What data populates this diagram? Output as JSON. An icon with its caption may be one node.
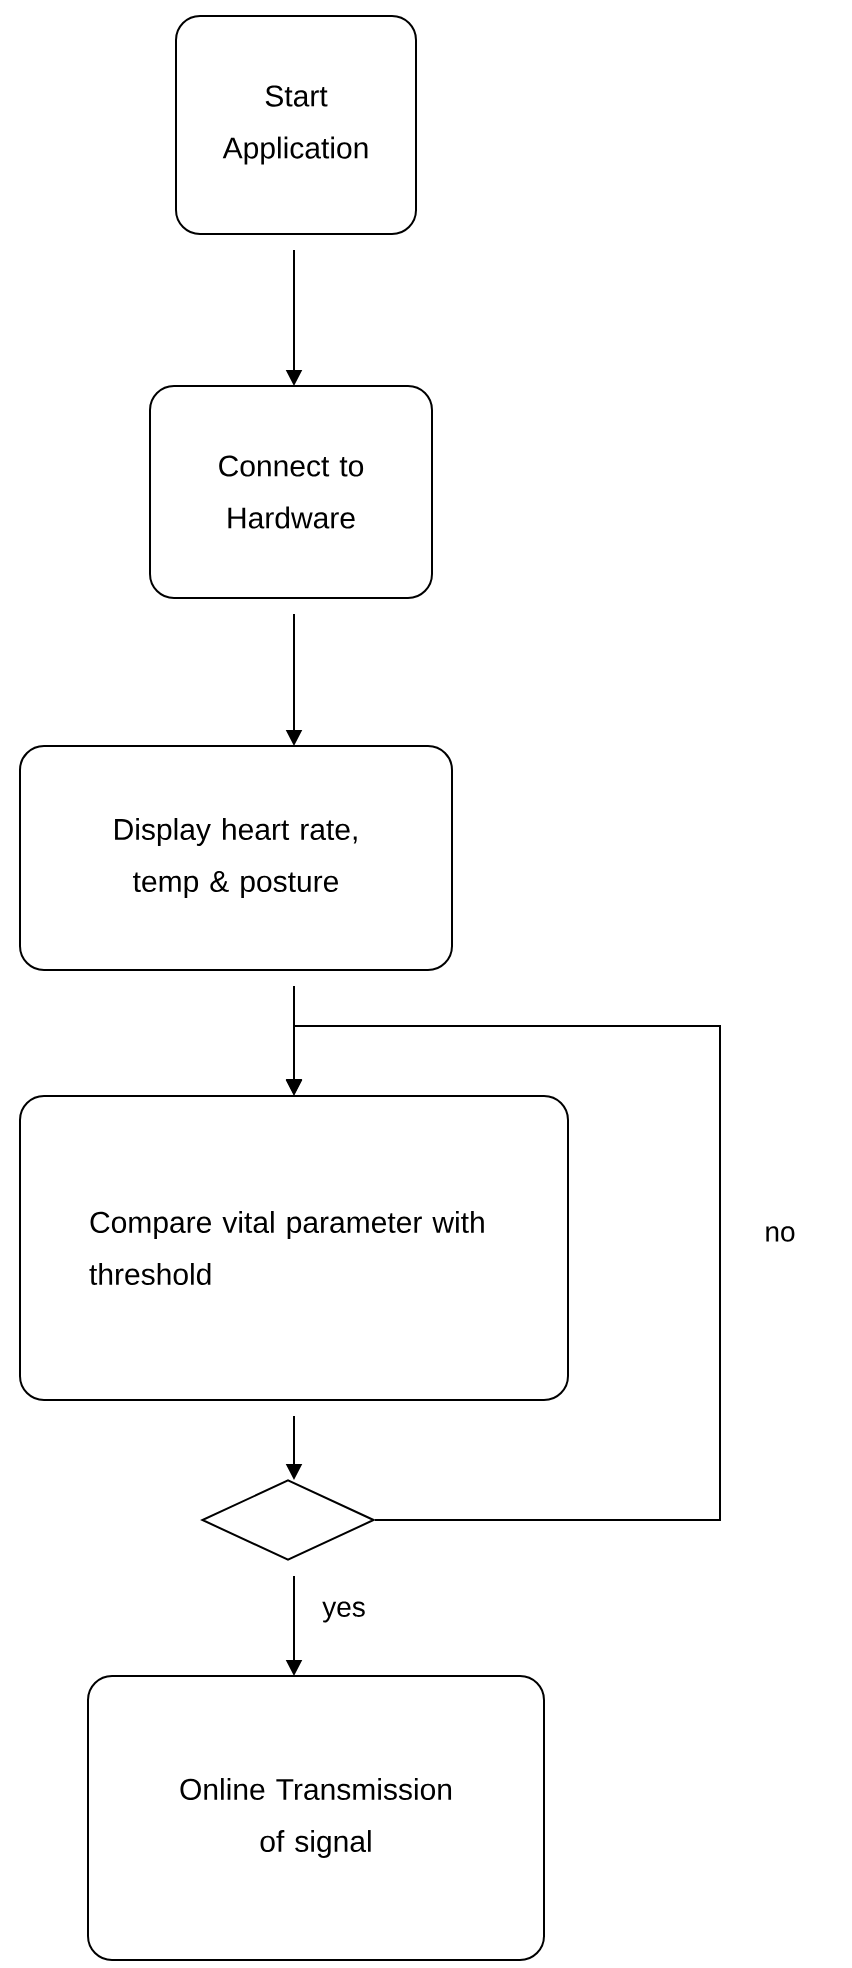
{
  "diagram": {
    "nodes": [
      {
        "text": [
          "Start Application"
        ]
      },
      {
        "text": [
          "Connect to Hardware"
        ]
      },
      {
        "text": [
          "Display heart rate, temp & posture"
        ]
      },
      {
        "text": [
          "Compare vital parameter with threshold"
        ]
      },
      {
        "text": [],
        "shape": "diamond"
      },
      {
        "text": [
          "Online Transmission of signal"
        ]
      }
    ],
    "edges": [
      {
        "from": 0,
        "to": 1,
        "arrow": "to"
      },
      {
        "from": 1,
        "to": 2,
        "arrow": "to"
      },
      {
        "from": 2,
        "to": 3,
        "arrow": "to"
      },
      {
        "from": 3,
        "to": 4,
        "arrow": "to"
      },
      {
        "from": 4,
        "to": 3,
        "arrow": "to",
        "label": "no"
      },
      {
        "from": 4,
        "to": 5,
        "arrow": "to",
        "label": "yes"
      }
    ]
  }
}
